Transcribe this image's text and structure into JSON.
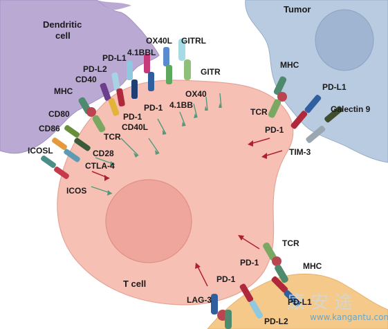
{
  "cells": {
    "dendritic": "Dendritic\ncell",
    "tumor": "Tumor",
    "tcell": "T cell"
  },
  "dc_ligands": [
    "MHC",
    "CD80",
    "CD86",
    "ICOSL",
    "CD40",
    "PD-L2",
    "PD-L1",
    "4.1BBL",
    "OX40L",
    "GITRL"
  ],
  "tcell_receptors_dc_side": [
    "TCR",
    "CD28",
    "CTLA-4",
    "ICOS",
    "CD40L",
    "PD-1",
    "4.1BB",
    "OX40",
    "GITR"
  ],
  "tumor_side": [
    "MHC",
    "TCR",
    "PD-L1",
    "Galectin 9",
    "PD-1",
    "TIM-3"
  ],
  "bottom_side": [
    "TCR",
    "MHC",
    "PD-1",
    "PD-1",
    "LAG-3",
    "PD-L1",
    "PD-L2"
  ],
  "watermark": {
    "url": "www.kangantu.com",
    "chinese": "康 安 途"
  },
  "colors": {
    "dc": "#b9a9d3",
    "tumor": "#b9cbe0",
    "tcell": "#f6c0b4",
    "nucleus": "#efa79d",
    "bottom_cell": "#f5c98a",
    "stimulatory_arrow": "#4f9a7a",
    "inhibitory_arrow": "#b3202c"
  }
}
